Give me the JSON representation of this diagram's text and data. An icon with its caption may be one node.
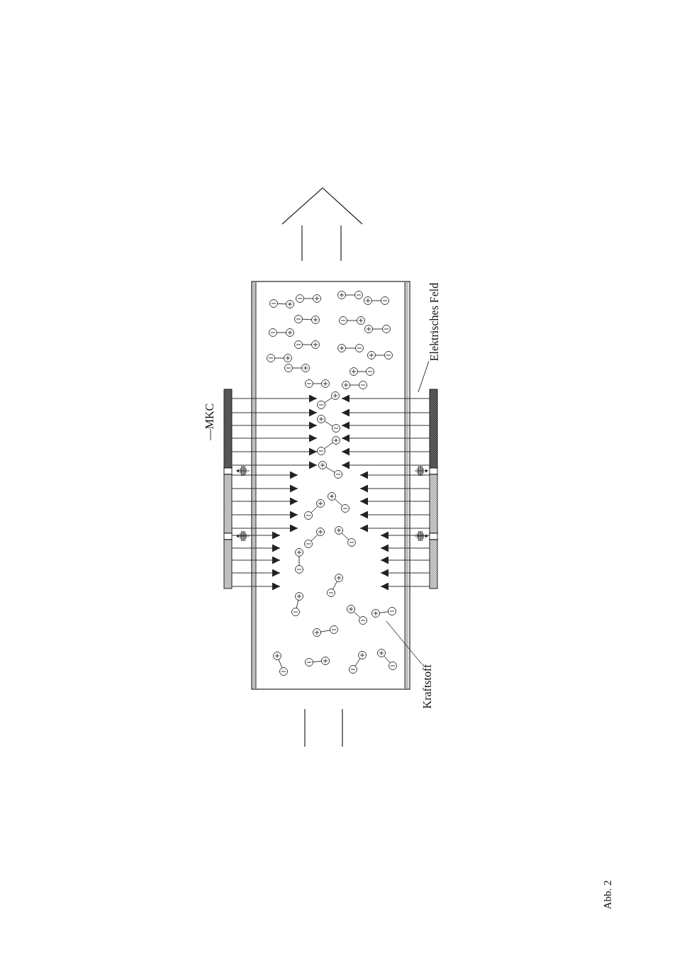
{
  "diagram": {
    "nodes": [
      {
        "text": [
          "MKC"
        ]
      },
      {
        "text": [
          "Elektrisches Feld"
        ]
      },
      {
        "text": [
          "Kraftstoff"
        ]
      }
    ],
    "edges": [
      {
        "from": 0,
        "to": null,
        "arrow": "none"
      },
      {
        "from": 1,
        "to": null,
        "arrow": "none"
      },
      {
        "from": 2,
        "to": null,
        "arrow": "none"
      }
    ],
    "labels": [
      "Abb. 2"
    ]
  }
}
